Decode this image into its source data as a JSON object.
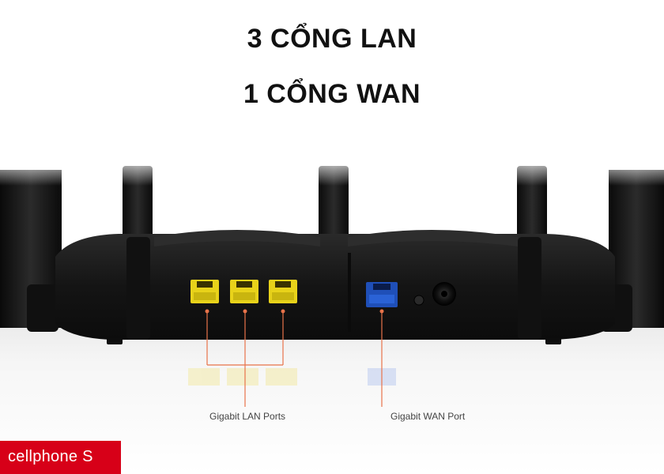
{
  "headline": {
    "line1": "3 CỔNG LAN",
    "line2": "1 CỔNG WAN"
  },
  "labels": {
    "lan": "Gigabit LAN Ports",
    "wan": "Gigabit WAN Port"
  },
  "brand": {
    "text": "cellphone S",
    "color": "#d70018"
  },
  "colors": {
    "lan_port": "#e8d21a",
    "wan_port": "#1f4fb8",
    "router_body": "#151515",
    "callout_line": "#e8734a"
  }
}
